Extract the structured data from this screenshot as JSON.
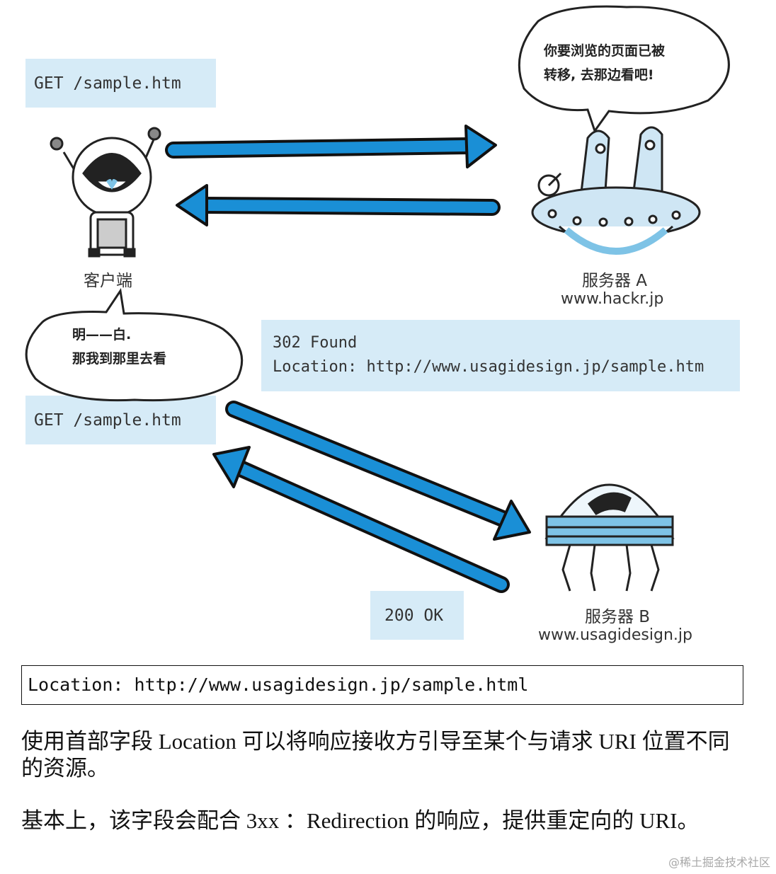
{
  "client": {
    "request1": "GET /sample.htm",
    "request2": "GET /sample.htm",
    "label": "客户端",
    "speech": [
      "明——白.",
      "那我到那里去看"
    ]
  },
  "server_a": {
    "label": "服务器 A",
    "host": "www.hackr.jp",
    "speech": [
      "你要浏览的页面已被",
      "转移, 去那边看吧!"
    ],
    "response": [
      "302 Found",
      "Location: http://www.usagidesign.jp/sample.htm"
    ]
  },
  "server_b": {
    "label": "服务器 B",
    "host": "www.usagidesign.jp",
    "response": "200 OK"
  },
  "code": "Location: http://www.usagidesign.jp/sample.html",
  "paragraphs": [
    "使用首部字段 Location 可以将响应接收方引导至某个与请求 URI 位置不同的资源。",
    "基本上，该字段会配合 3xx ：Redirection 的响应，提供重定向的 URI。"
  ],
  "watermark": "@稀土掘金技术社区",
  "colors": {
    "arrow": "#1a8fd6",
    "box": "#d6ebf7",
    "accent": "#7ec3e6"
  }
}
